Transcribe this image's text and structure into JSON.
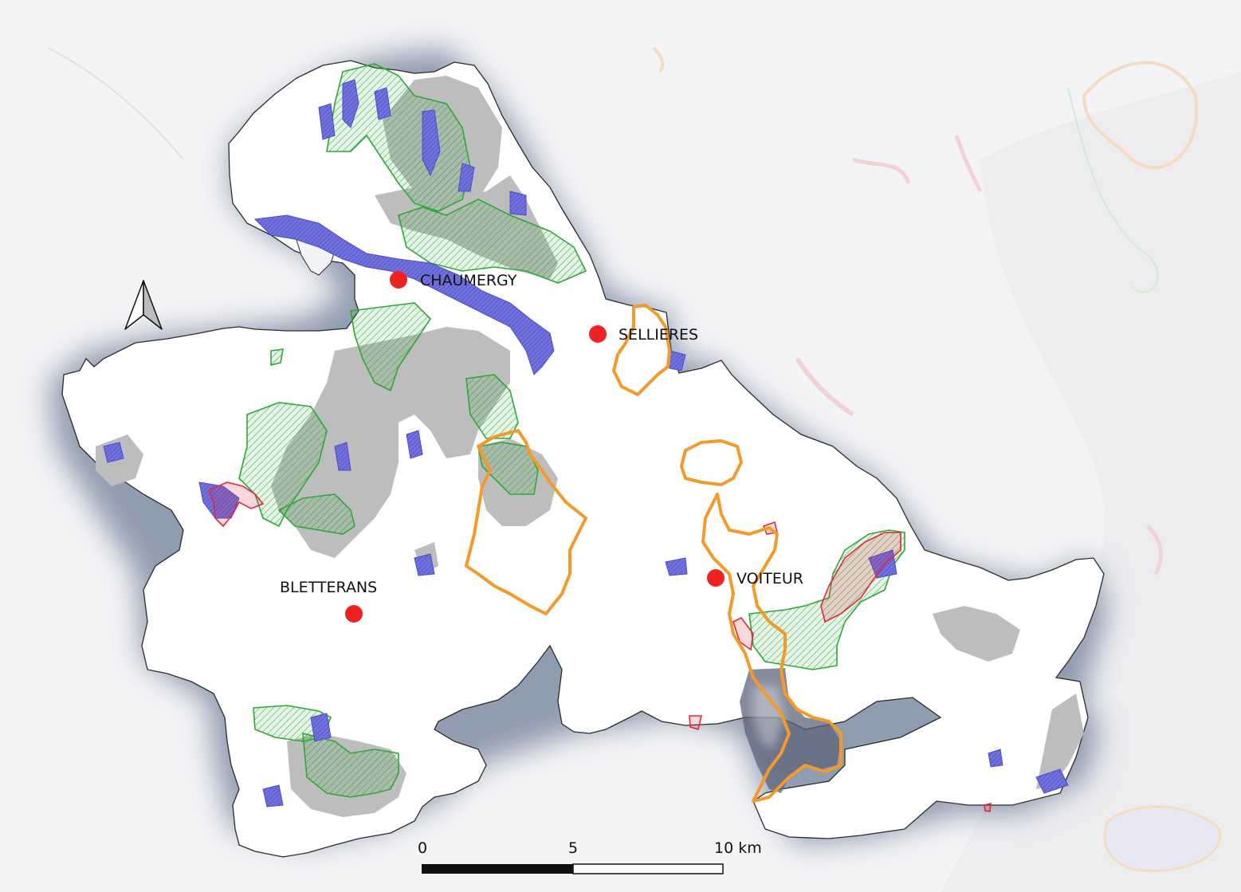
{
  "map": {
    "towns": [
      {
        "id": "chaumergy",
        "name": "CHAUMERGY"
      },
      {
        "id": "sellieres",
        "name": "SELLIERES"
      },
      {
        "id": "bletterans",
        "name": "BLETTERANS"
      },
      {
        "id": "voiteur",
        "name": "VOITEUR"
      }
    ],
    "scale_bar": {
      "tick_0": "0",
      "tick_1": "5",
      "tick_2": "10 km"
    },
    "north_arrow_icon": "north-arrow-icon",
    "colors": {
      "territory_fill": "#ffffff",
      "territory_outline": "#2b2b2b",
      "halo": "#3f5478",
      "water_blue": "#5a5ad2",
      "forest_gray": "#bdbdbd",
      "natura_green": "#2ea836",
      "zone_orange": "#f39a2b",
      "zone_red": "#e0283a",
      "town_dot": "#ee2222"
    }
  }
}
